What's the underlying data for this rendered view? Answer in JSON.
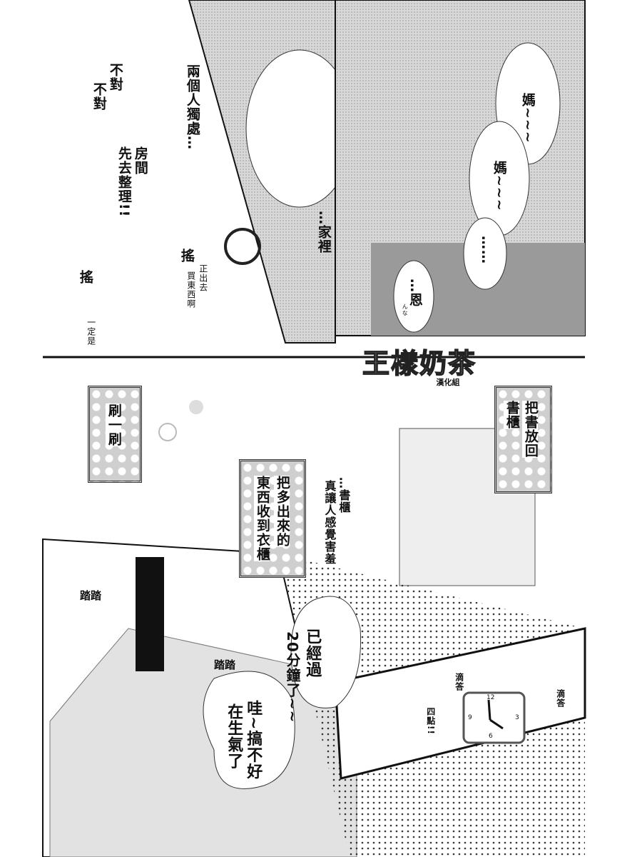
{
  "page": {
    "panel_top": {
      "no_no": [
        "不對",
        "不對"
      ],
      "tidy_room": [
        "房間",
        "先去整理!!"
      ],
      "alone_together": "兩個人獨處…",
      "at_home": "…家裡",
      "shake_1": "搖",
      "shake_2": "搖",
      "out_shopping": [
        "正出去",
        "買東西啊"
      ],
      "must_be": "一定是"
    },
    "panel_kitchen": {
      "mom_1": "媽~~~",
      "mom_2": "媽~~~",
      "silence": "……",
      "reply": "…恩",
      "reply_small": "んな"
    },
    "watermark": {
      "title": "王樣奶茶",
      "subtitle": "漢化組"
    },
    "panel_cleaning": {
      "brush": "刷一刷",
      "bookshelf_caption": [
        "把書放回",
        "書櫃"
      ],
      "closet_caption": [
        "把多出來的",
        "東西收到衣櫃"
      ],
      "embarrassed": [
        "…書櫃",
        "真讓人感覺害羞"
      ]
    },
    "panel_stairs": {
      "steps_1": "踏踏",
      "steps_2": "踏踏",
      "twenty_min": [
        "已經過",
        "20分鐘了~~"
      ],
      "angry": [
        "哇~搞不好",
        "在生氣了"
      ]
    },
    "panel_clock": {
      "tick_1": "滴答",
      "tick_2": "滴答",
      "four_oclock": "四點!!",
      "clock_numbers": [
        "12",
        "3",
        "6",
        "9"
      ]
    }
  }
}
